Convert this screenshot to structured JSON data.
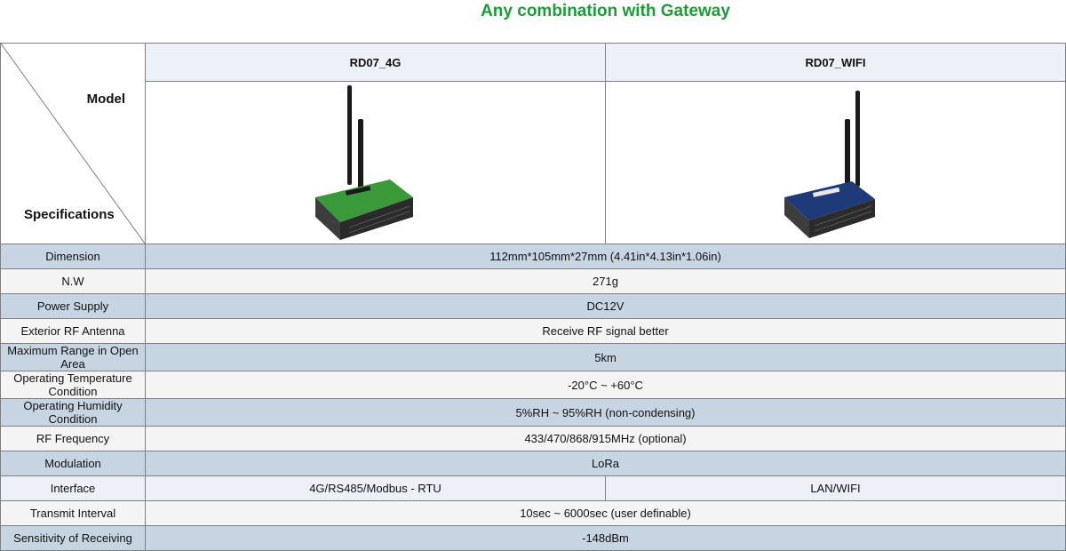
{
  "page": {
    "title": "Any combination with Gateway",
    "accent_color": "#1f9a3a"
  },
  "header": {
    "corner_model": "Model",
    "corner_specifications": "Specifications",
    "models": [
      {
        "name": "RD07_4G",
        "image": "gateway-4g-device-icon",
        "body_color": "#3a9a3a"
      },
      {
        "name": "RD07_WIFI",
        "image": "gateway-wifi-device-icon",
        "body_color": "#1f3a78"
      }
    ]
  },
  "rows": [
    {
      "label": "Dimension",
      "value": "112mm*105mm*27mm (4.41in*4.13in*1.06in)"
    },
    {
      "label": "N.W",
      "value": "271g"
    },
    {
      "label": "Power Supply",
      "value": "DC12V"
    },
    {
      "label": "Exterior RF Antenna",
      "value": "Receive RF signal better"
    },
    {
      "label": "Maximum Range in Open Area",
      "value": "5km"
    },
    {
      "label": "Operating Temperature Condition",
      "value": "-20°C ~ +60°C"
    },
    {
      "label": "Operating Humidity Condition",
      "value": "5%RH ~ 95%RH (non-condensing)"
    },
    {
      "label": "RF Frequency",
      "value": "433/470/868/915MHz (optional)"
    },
    {
      "label": "Modulation",
      "value": "LoRa"
    },
    {
      "label": "Interface",
      "value_4g": "4G/RS485/Modbus - RTU",
      "value_wifi": "LAN/WIFI"
    },
    {
      "label": "Transmit Interval",
      "value": "10sec ~ 6000sec (user definable)"
    },
    {
      "label": "Sensitivity of Receiving",
      "value": "-148dBm"
    }
  ],
  "colors": {
    "row_blue": "#c7d5e2",
    "row_light": "#f4f4f4",
    "header_row": "#eef0f7",
    "border": "#7f7f7f"
  }
}
